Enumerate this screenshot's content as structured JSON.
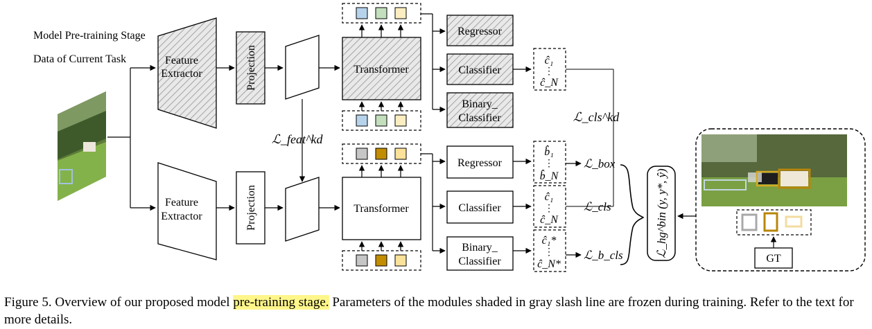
{
  "stage_label": "Model Pre-training Stage",
  "data_label": "Data of Current Task",
  "feature_extractor": [
    "Feature",
    "Extractor"
  ],
  "projection": "Projection",
  "transformer": "Transformer",
  "regressor": "Regressor",
  "classifier": "Classifier",
  "binary_classifier": [
    "Binary_",
    "Classifier"
  ],
  "gt": "GT",
  "loss_cls_kd": "ℒ_cls^kd",
  "loss_feat_kd": "ℒ_feat^kd",
  "loss_box": "ℒ_box",
  "loss_cls": "ℒ_cls",
  "loss_b_cls": "ℒ_b_cls",
  "loss_hg": "ℒ_hg^bin (y, y*, ŷ)",
  "pred_c": [
    "ĉ₁",
    "ĉ_N"
  ],
  "pred_b": [
    "b̂₁",
    "b̂_N"
  ],
  "pred_cstar": [
    "ĉ₁*",
    "ĉ_N*"
  ],
  "query_colors": [
    "#b7d3ec",
    "#c3dfbd",
    "#fdeec1"
  ],
  "query_colors_student": [
    "#c6c6c6",
    "#c28d00",
    "#fbe29a"
  ],
  "gt_box_colors": [
    "#a8a8a8",
    "#b8860b",
    "#f3dca0"
  ],
  "caption": {
    "prefix": "Figure 5. Overview of our proposed model ",
    "highlight": "pre-training stage.",
    "suffix": " Parameters of the modules shaded in gray slash line are frozen during training. Refer to the text for more details."
  }
}
